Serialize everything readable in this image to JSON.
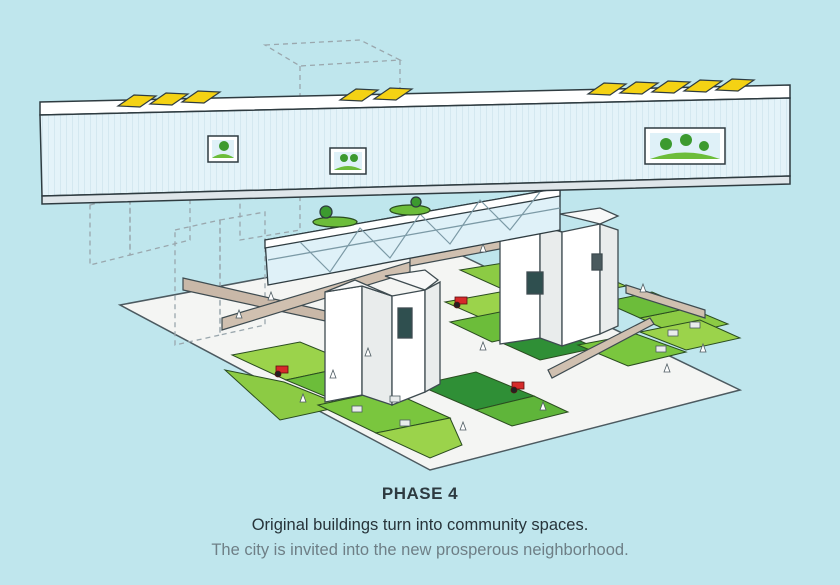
{
  "caption": {
    "title": "PHASE 4",
    "line1": "Original buildings turn into community spaces.",
    "line2": "The city is invited into the new prosperous neighborhood."
  },
  "colors": {
    "background": "#bfe6ed",
    "ground": "#f4f5f3",
    "grass_light": "#9bd34b",
    "grass_mid": "#6cbd3a",
    "grass_dark": "#2f8f36",
    "bridge_glass": "#dff1f8",
    "solar_panel": "#f4d214",
    "tower": "#ffffff",
    "ghost_outline": "#9aa7ad"
  }
}
